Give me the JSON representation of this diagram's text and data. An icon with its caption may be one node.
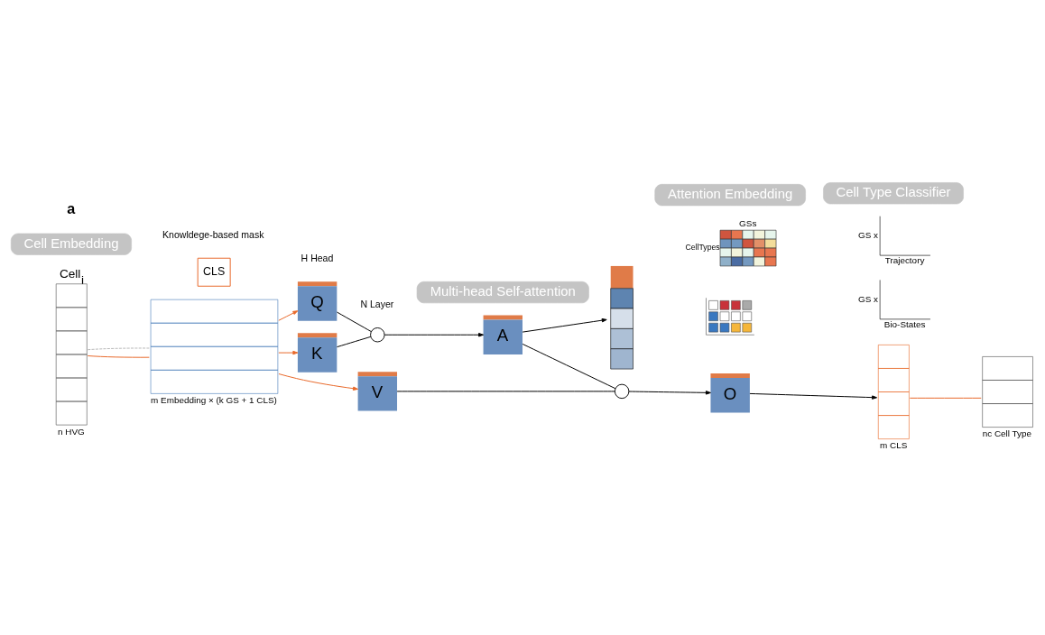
{
  "diagram": {
    "nodes": [
      {
        "text": [
          "Cell$_{i}$"
        ],
        "beside": [
          "n HVG"
        ]
      },
      {
        "text": [
          "CLS"
        ]
      },
      {
        "text": [],
        "shape": "box",
        "beside": [
          "m Embedding × (k GS + 1 CLS)"
        ]
      },
      {
        "text": [
          "Q"
        ]
      },
      {
        "text": [
          "K"
        ]
      },
      {
        "text": [
          "V"
        ]
      },
      {
        "text": [],
        "shape": "circle"
      },
      {
        "text": [
          "A"
        ]
      },
      {
        "text": [],
        "shape": "circle"
      },
      {
        "text": [
          "O"
        ]
      },
      {
        "text": [],
        "shape": "bar"
      },
      {
        "text": [],
        "shape": "picture"
      },
      {
        "text": [
          "GS x",
          "Bio-States"
        ]
      },
      {
        "text": [
          "GSs",
          "CellTypes"
        ]
      },
      {
        "text": [
          "GS x",
          "Trajectory"
        ]
      },
      {
        "text": [
          "Attention Embedding"
        ]
      },
      {
        "text": [],
        "shape": "box",
        "beside": [
          "m CLS"
        ]
      },
      {
        "text": [],
        "shape": "box",
        "beside": [
          "nc Cell Type"
        ]
      },
      {
        "text": [
          "Cell Embedding"
        ]
      },
      {
        "text": [
          "Multi-head Self-attention"
        ]
      },
      {
        "text": [
          "Cell Type Classifier"
        ]
      }
    ],
    "edges": [
      {
        "from": 0,
        "to": 2,
        "arrow": "none",
        "color": "#e8692a"
      },
      {
        "from": 0,
        "to": 2,
        "arrow": "none",
        "style": "dashed",
        "color": "#b8b8b8"
      },
      {
        "from": 2,
        "to": 3,
        "arrow": "to",
        "color": "#e8692a"
      },
      {
        "from": 2,
        "to": 4,
        "arrow": "to",
        "color": "#e8692a"
      },
      {
        "from": 2,
        "to": 5,
        "arrow": "to",
        "color": "#e8692a"
      },
      {
        "from": 3,
        "to": 6,
        "arrow": "none"
      },
      {
        "from": 4,
        "to": 6,
        "arrow": "none"
      },
      {
        "from": 6,
        "to": 7,
        "arrow": "to"
      },
      {
        "from": 7,
        "to": 10,
        "arrow": "to"
      },
      {
        "from": 7,
        "to": 8,
        "arrow": "none"
      },
      {
        "from": 5,
        "to": 8,
        "arrow": "none"
      },
      {
        "from": 8,
        "to": 9,
        "arrow": "to"
      },
      {
        "from": 9,
        "to": 16,
        "arrow": "to"
      },
      {
        "from": 16,
        "to": 17,
        "arrow": "none",
        "color": "#e8692a"
      }
    ],
    "labels": [
      "a",
      "Knowldege-based mask",
      "H Head",
      "N Layer"
    ]
  }
}
